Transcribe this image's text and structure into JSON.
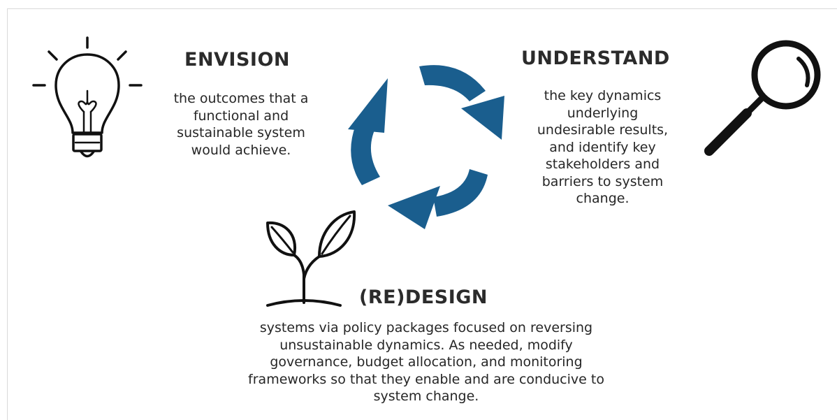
{
  "envision": {
    "title": "ENVISION",
    "text": "the outcomes that a\nfunctional and\nsustainable system\nwould achieve."
  },
  "understand": {
    "title": "UNDERSTAND",
    "text": "the key dynamics\nunderlying\nundesirable results,\nand identify key\nstakeholders and\nbarriers to system\nchange."
  },
  "redesign": {
    "title": "(RE)DESIGN",
    "text": "systems via policy packages focused on reversing\nunsustainable dynamics. As needed, modify\ngovernance, budget allocation, and monitoring\nframeworks so that they enable and are conducive to\nsystem change."
  },
  "icons": {
    "envision": "lightbulb-icon",
    "understand": "magnifying-glass-icon",
    "redesign": "sprout-icon",
    "cycle": "cycle-arrows-icon"
  },
  "colors": {
    "arrow": "#1a5e8e",
    "icon_stroke": "#111111"
  }
}
